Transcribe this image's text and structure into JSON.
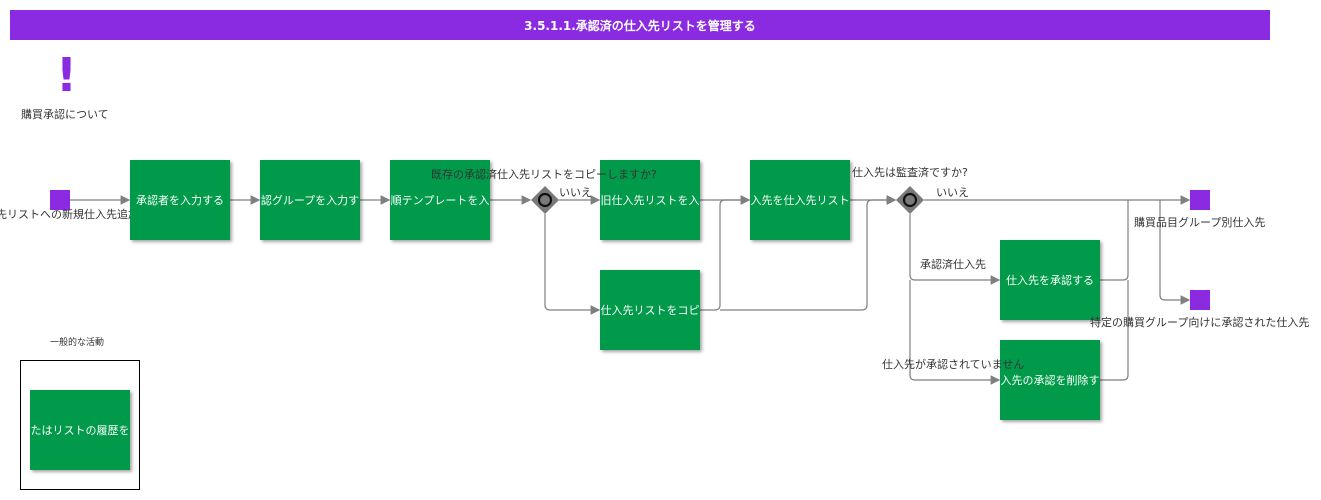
{
  "title": "3.5.1.1.承認済の仕入先リストを管理する",
  "annotation": {
    "label": "購買承認について"
  },
  "start_event": {
    "label": "先リストへの新規仕入先追加の必要性"
  },
  "tasks": {
    "t1": "承認者を入力する",
    "t2": "認グループを入力す",
    "t3": "順テンプレートを入",
    "t4": "旧仕入先リストを入",
    "t5": "仕入先リストをコピ",
    "t6": "入先を仕入先リスト",
    "t7": "仕入先を承認する",
    "t8": "入先の承認を削除す",
    "t9": "たはリストの履歴を"
  },
  "gateways": {
    "g1": {
      "question": "既存の承認済仕入先リストをコピーしますか?",
      "no_label": "いいえ"
    },
    "g2": {
      "question": "仕入先は監査済ですか?",
      "no_label": "いいえ",
      "approved_label": "承認済仕入先",
      "not_approved_label": "仕入先が承認されていません"
    }
  },
  "end_events": {
    "e1": "購買品目グループ別仕入先",
    "e2": "特定の購買グループ向けに承認された仕入先"
  },
  "group": {
    "label": "一般的な活動"
  },
  "colors": {
    "header": "#8a2be2",
    "task": "#009a4a",
    "event": "#8a2be2",
    "gateway": "#7a7a7a",
    "connector": "#7f7f7f"
  }
}
